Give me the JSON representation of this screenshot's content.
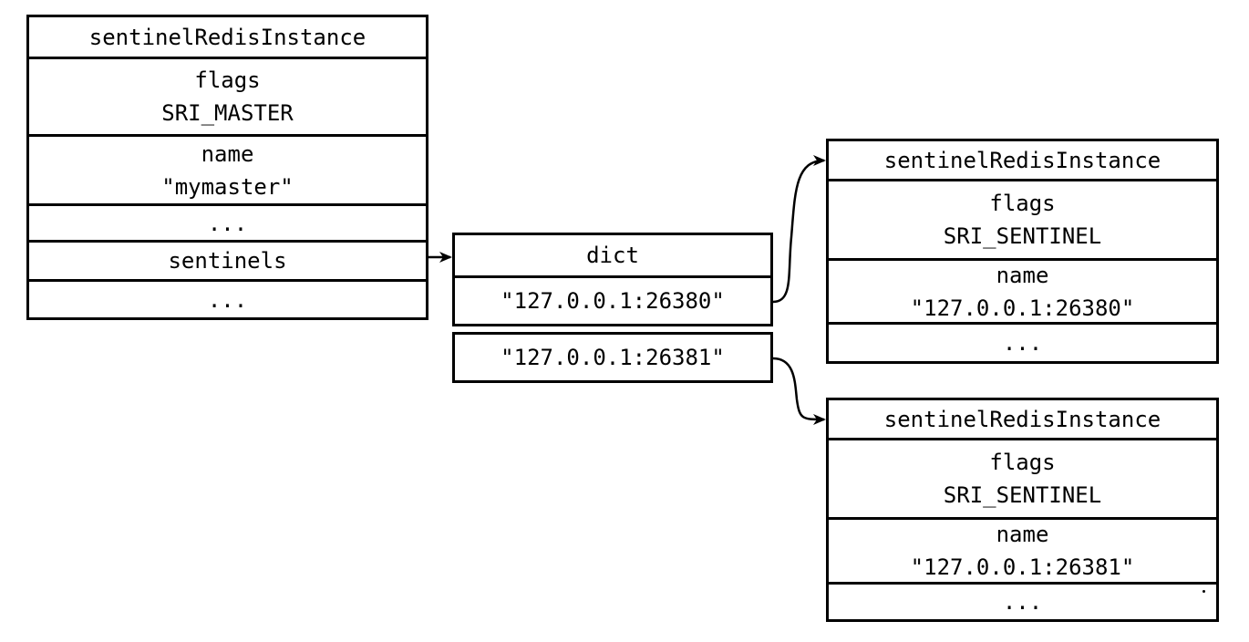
{
  "master": {
    "title": "sentinelRedisInstance",
    "flags_label": "flags",
    "flags_value": "SRI_MASTER",
    "name_label": "name",
    "name_value": "\"mymaster\"",
    "ellipsis_1": "...",
    "sentinels_label": "sentinels",
    "ellipsis_2": "..."
  },
  "dict": {
    "title": "dict",
    "keys": [
      "\"127.0.0.1:26380\"",
      "\"127.0.0.1:26381\""
    ]
  },
  "sentinels": [
    {
      "title": "sentinelRedisInstance",
      "flags_label": "flags",
      "flags_value": "SRI_SENTINEL",
      "name_label": "name",
      "name_value": "\"127.0.0.1:26380\"",
      "ellipsis": "..."
    },
    {
      "title": "sentinelRedisInstance",
      "flags_label": "flags",
      "flags_value": "SRI_SENTINEL",
      "name_label": "name",
      "name_value": "\"127.0.0.1:26381\"",
      "ellipsis": "..."
    }
  ]
}
